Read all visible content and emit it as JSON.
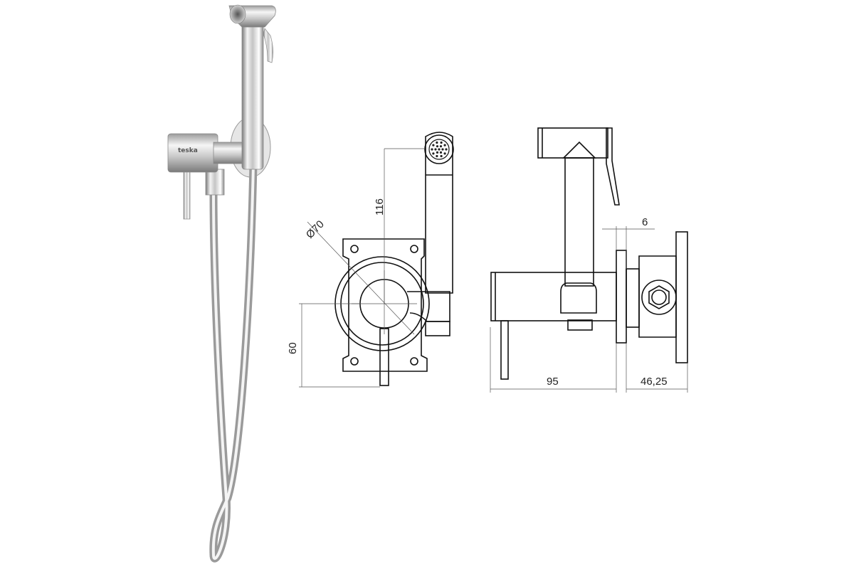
{
  "product": {
    "brand_logo_text": "teska"
  },
  "dimensions": {
    "diameter": "Ø70",
    "handset_height": "116",
    "lever_height": "60",
    "body_length": "95",
    "plate_gap": "6",
    "box_depth": "46,25"
  },
  "colors": {
    "line": "#111111",
    "dim_line": "#555555",
    "chrome_light": "#f2f2f2",
    "chrome_mid": "#b8b8b8",
    "chrome_dark": "#6e6e6e"
  }
}
